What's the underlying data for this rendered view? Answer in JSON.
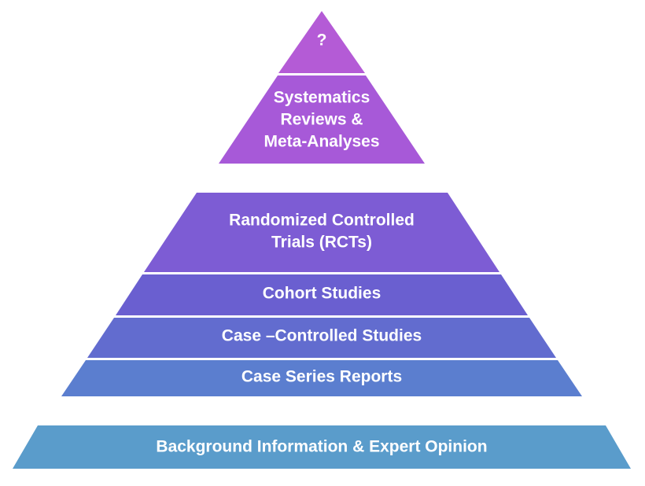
{
  "pyramid": {
    "apex": {
      "label": "?",
      "color": "#B45BD6"
    },
    "top_section": {
      "tiers": [
        {
          "lines": [
            "Systematics",
            "Reviews &",
            "Meta-Analyses"
          ],
          "color": "#A759D8"
        }
      ]
    },
    "middle_section": {
      "tiers": [
        {
          "lines": [
            "Randomized Controlled",
            "Trials (RCTs)"
          ],
          "color": "#7D5CD4"
        },
        {
          "lines": [
            "Cohort Studies"
          ],
          "color": "#6A5FD0"
        },
        {
          "lines": [
            "Case –Controlled Studies"
          ],
          "color": "#626CCF"
        },
        {
          "lines": [
            "Case Series Reports"
          ],
          "color": "#5B7ECF"
        }
      ]
    },
    "base": {
      "label": "Background Information & Expert Opinion",
      "color": "#5A9CCB"
    }
  }
}
